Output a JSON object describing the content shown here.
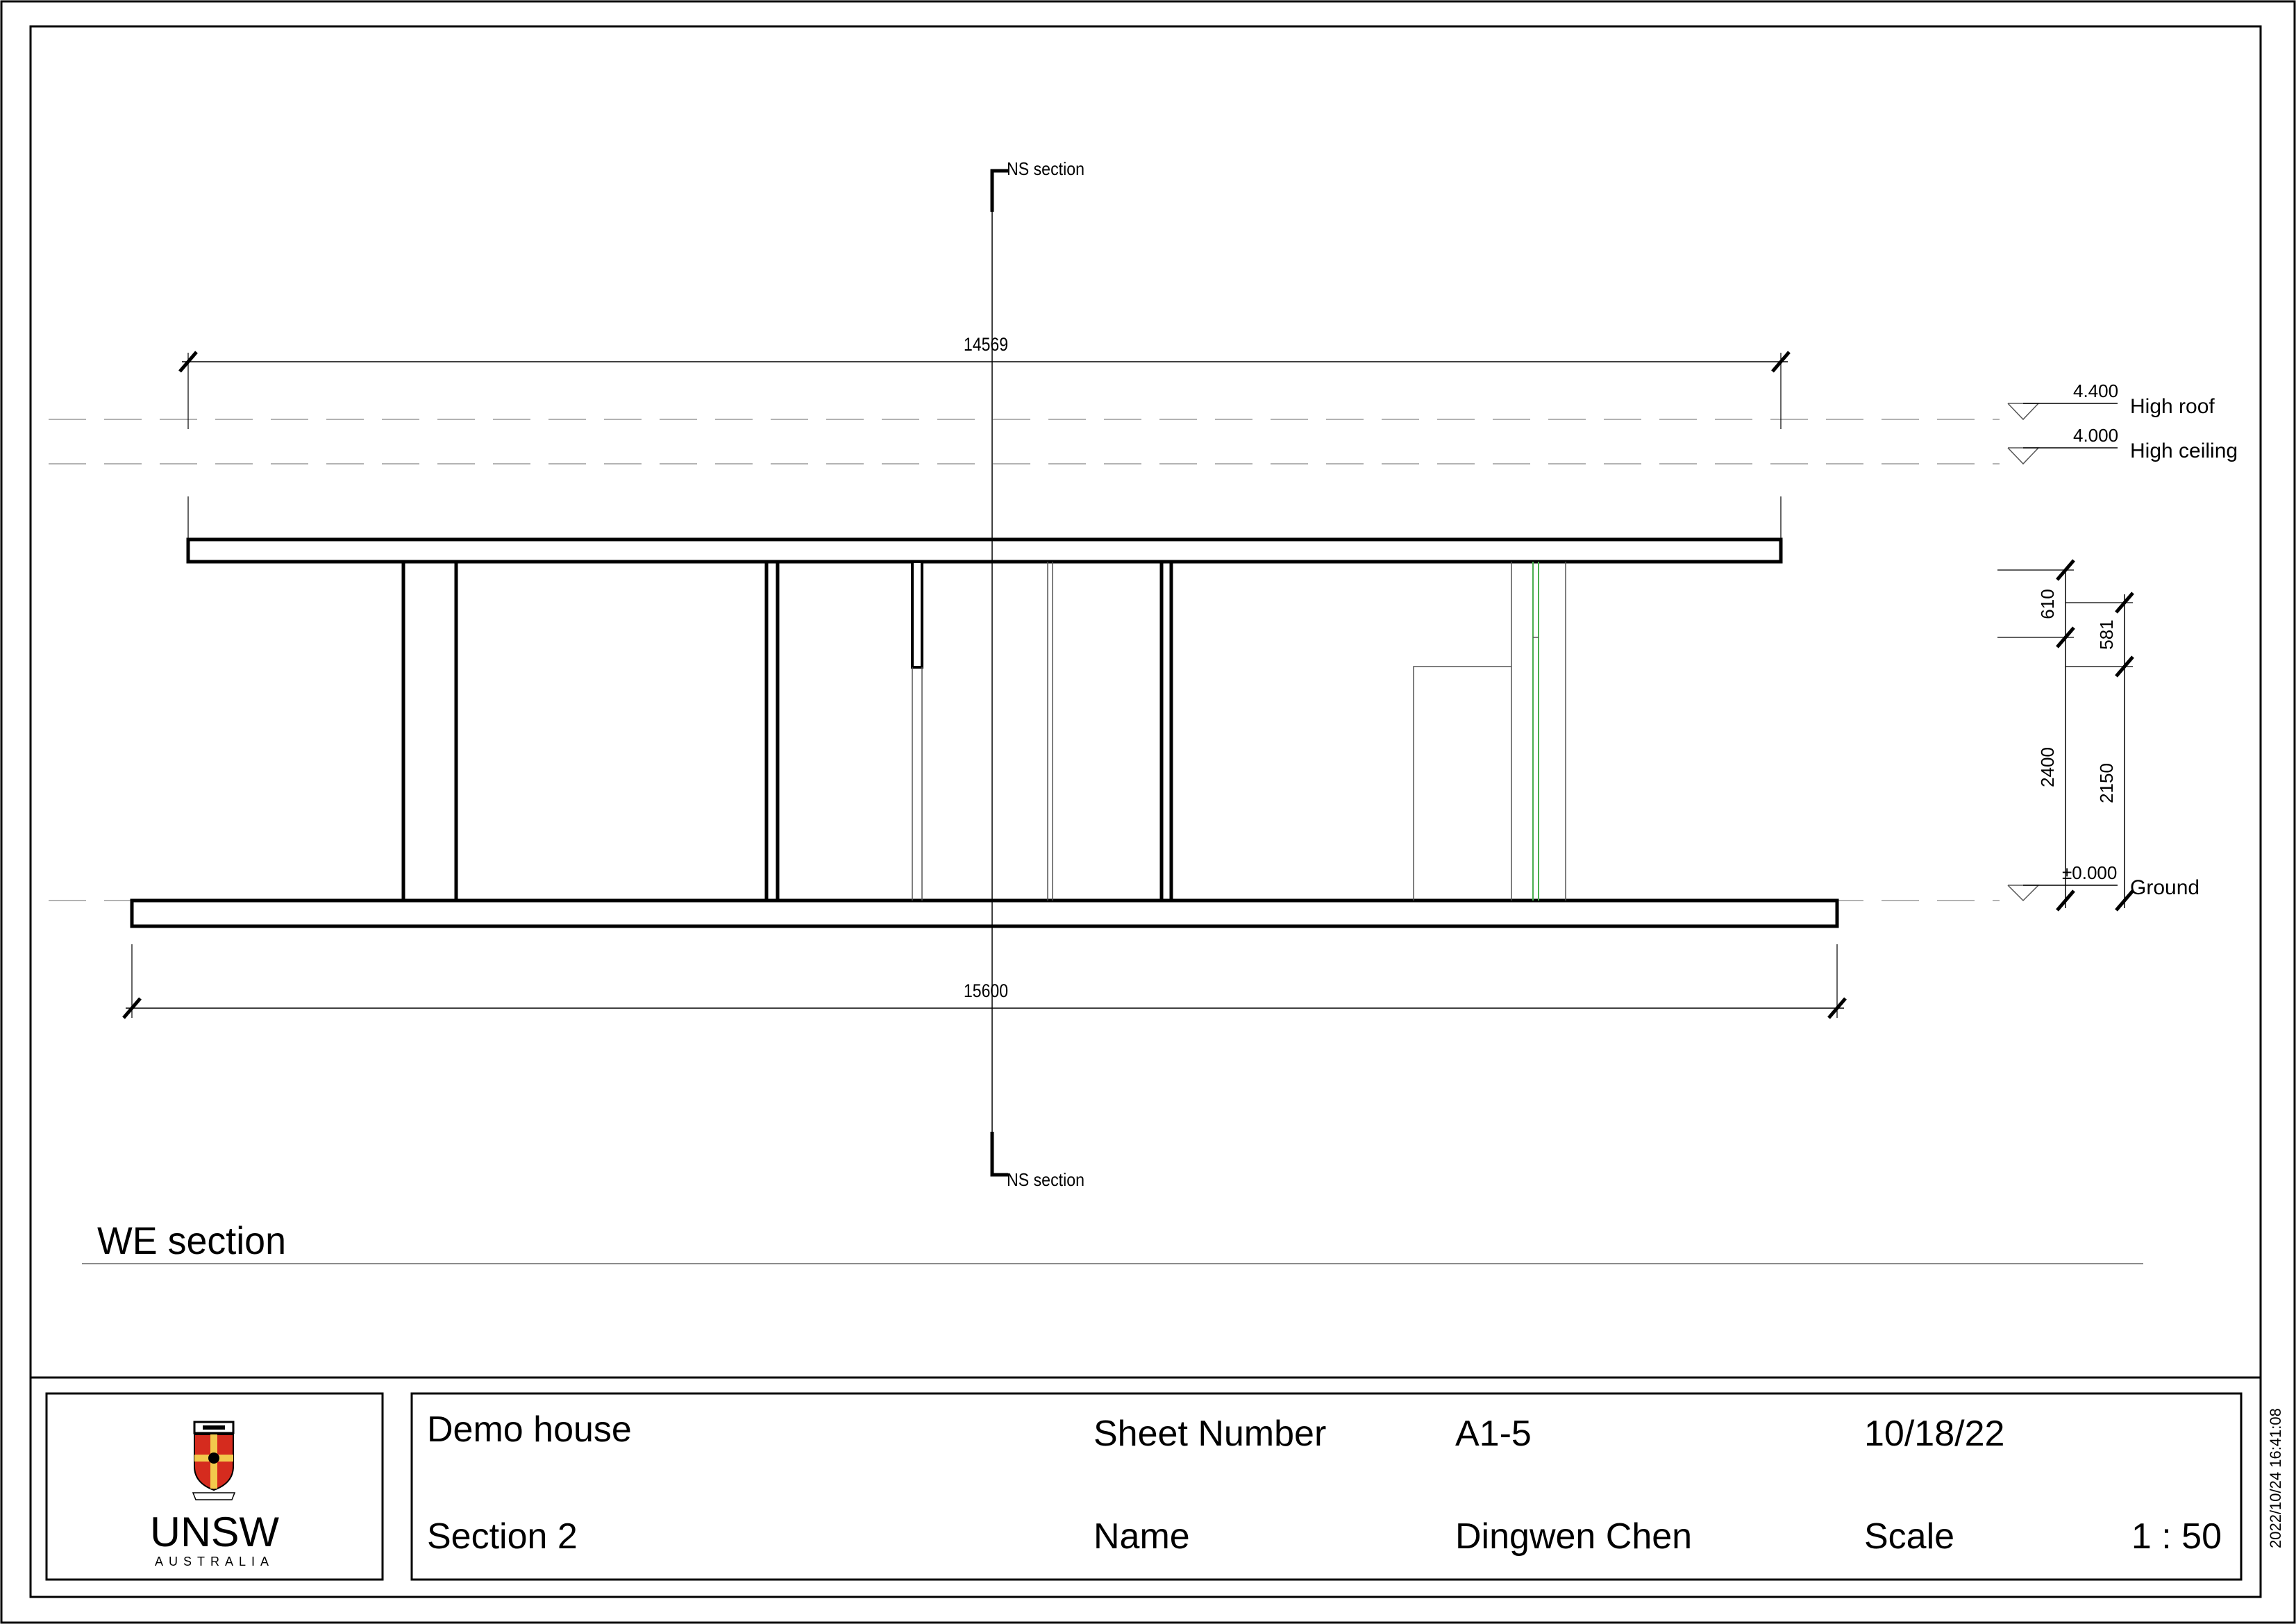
{
  "drawing": {
    "view_title": "WE section",
    "cut_marker_label": "NS section",
    "dimensions": {
      "top_overall": "14569",
      "bottom_overall": "15600",
      "vert_610": "610",
      "vert_2400": "2400",
      "vert_581": "581",
      "vert_2150": "2150"
    },
    "levels": [
      {
        "value": "4.400",
        "name": "High roof"
      },
      {
        "value": "4.000",
        "name": "High ceiling"
      },
      {
        "value": "±0.000",
        "name": "Ground"
      }
    ]
  },
  "title_block": {
    "logo_text": "UNSW",
    "logo_subtext": "AUSTRALIA",
    "project": "Demo house",
    "sheet_number_label": "Sheet Number",
    "sheet_number": "A1-5",
    "date": "10/18/22",
    "sheet_name": "Section 2",
    "name_label": "Name",
    "author": "Dingwen Chen",
    "scale_label": "Scale",
    "scale": "1 : 50"
  },
  "print_stamp": "2022/10/24 16:41:08",
  "colors": {
    "ink": "#000000",
    "level_line": "#b3b3b3",
    "glass_green": "#4caf50",
    "crest_red": "#d52b1e",
    "crest_gold": "#f2c94c"
  }
}
